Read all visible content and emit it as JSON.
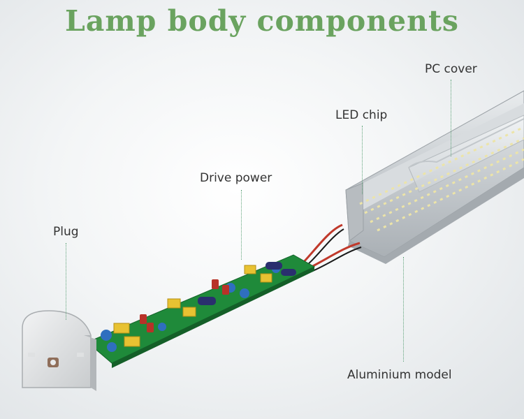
{
  "title": "Lamp body components",
  "labels": {
    "pc_cover": "PC cover",
    "led_chip": "LED chip",
    "drive_power": "Drive power",
    "plug": "Plug",
    "aluminium_model": "Aluminium model"
  },
  "colors": {
    "title": "#6aa35f",
    "label_text": "#333333",
    "leader_line": "#5fa37a",
    "pcb_green": "#1f8a3a",
    "led_yellow": "#f1e8b0"
  }
}
